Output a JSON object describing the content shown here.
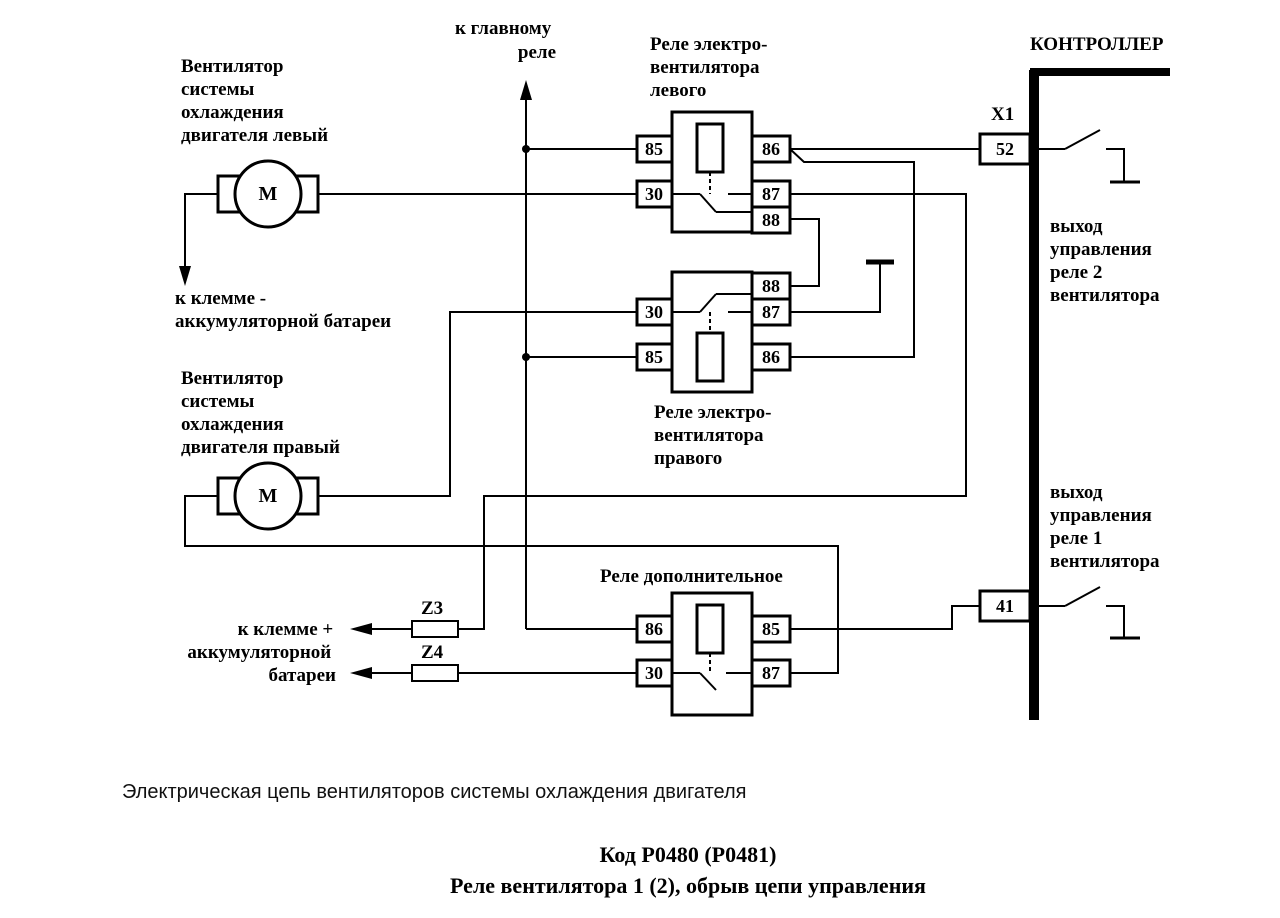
{
  "top_labels": {
    "main_relay": [
      "к главному",
      "реле"
    ],
    "controller": "КОНТРОЛЛЕР",
    "connector": "X1"
  },
  "fan_left_label": [
    "Вентилятор",
    "системы",
    "охлаждения",
    "двигателя левый"
  ],
  "fan_right_label": [
    "Вентилятор",
    "системы",
    "охлаждения",
    "двигателя правый"
  ],
  "battery_minus_label": [
    "к клемме -",
    "аккумуляторной батареи"
  ],
  "battery_plus_label": [
    "к клемме +",
    "аккумуляторной",
    "батареи"
  ],
  "motor_letter": "M",
  "relay_left": {
    "title": [
      "Реле электро-",
      "вентилятора",
      "левого"
    ],
    "pins": {
      "p85": "85",
      "p30": "30",
      "p86": "86",
      "p87": "87",
      "p88": "88"
    }
  },
  "relay_right": {
    "title": [
      "Реле электро-",
      "вентилятора",
      "правого"
    ],
    "pins": {
      "p88": "88",
      "p30": "30",
      "p87": "87",
      "p85": "85",
      "p86": "86"
    }
  },
  "relay_extra": {
    "title": "Реле дополнительное",
    "pins": {
      "p86": "86",
      "p85": "85",
      "p30": "30",
      "p87": "87"
    }
  },
  "controller_pins": {
    "p52": "52",
    "p41": "41"
  },
  "output_relay2": [
    "выход",
    "управления",
    "реле 2",
    "вентилятора"
  ],
  "output_relay1": [
    "выход",
    "управления",
    "реле 1",
    "вентилятора"
  ],
  "fuses": {
    "z3": "Z3",
    "z4": "Z4"
  },
  "caption": "Электрическая цепь вентиляторов системы охлаждения двигателя",
  "code_heading": "Код P0480 (P0481)",
  "code_subheading": "Реле вентилятора 1 (2), обрыв цепи управления"
}
